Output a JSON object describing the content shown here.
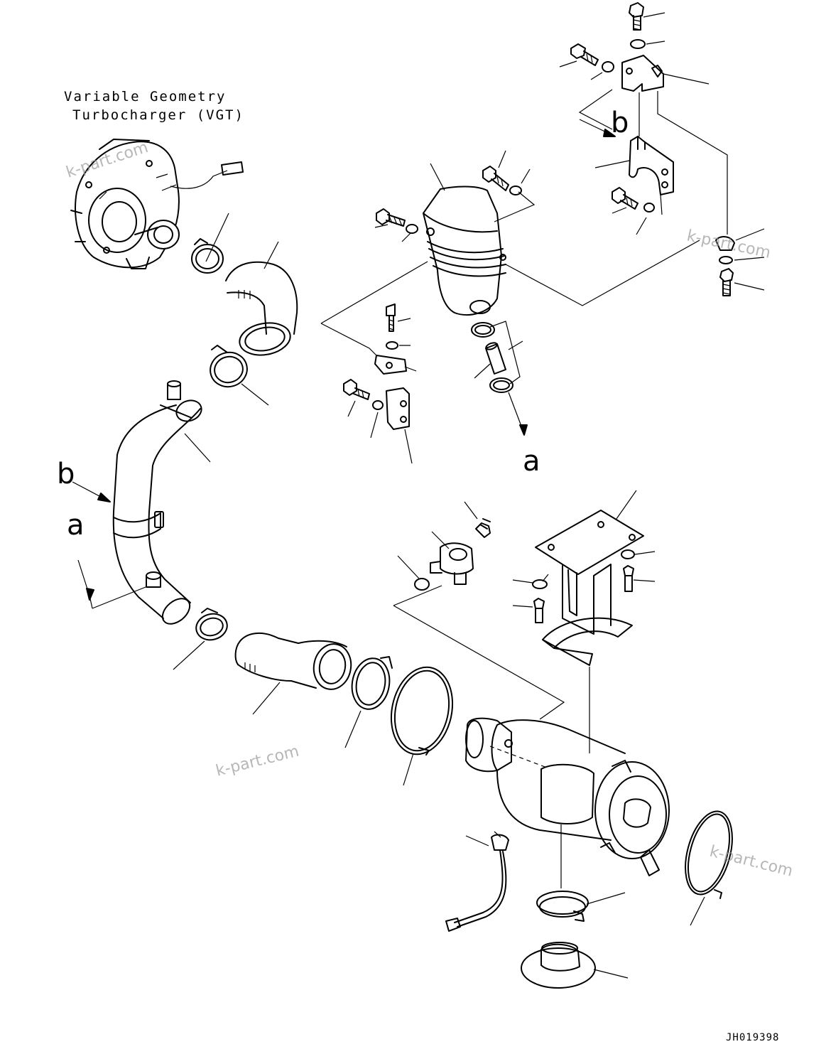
{
  "title_line1": "Variable Geometry",
  "title_line2": "Turbocharger (VGT)",
  "labels": {
    "b_top": "b",
    "b_left": "b",
    "a_left": "a",
    "a_bottom": "a"
  },
  "watermark": "k-part.com",
  "drawing_code": "JH019398",
  "line_color": "#000000",
  "background_color": "#ffffff",
  "watermark_color": "#9a9a9a"
}
